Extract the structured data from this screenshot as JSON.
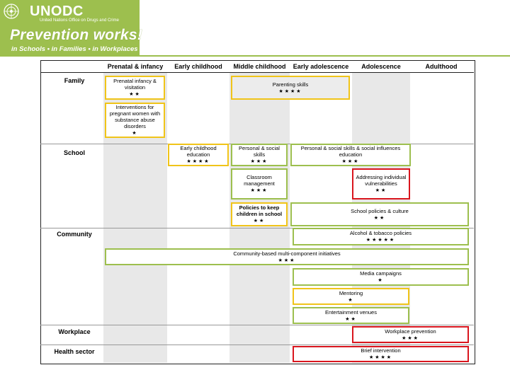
{
  "header": {
    "org_name": "UNODC",
    "org_full": "United Nations Office on Drugs and Crime",
    "tagline": "Prevention works!",
    "subline": "in Schools • in Families • in Workplaces",
    "color": "#9dbf4e"
  },
  "stages": [
    "Prenatal & infancy",
    "Early childhood",
    "Middle childhood",
    "Early adolescence",
    "Adolescence",
    "Adulthood"
  ],
  "sections": {
    "family": "Family",
    "school": "School",
    "community": "Community",
    "workplace": "Workplace",
    "health": "Health sector"
  },
  "interventions": [
    {
      "name": "Prenatal infancy & visitation",
      "stars": "★★"
    },
    {
      "name": "Interventions for pregnant women with substance abuse disorders",
      "stars": "★"
    },
    {
      "name": "Parenting skills",
      "stars": "★★★★"
    },
    {
      "name": "Early childhood education",
      "stars": "★★★★"
    },
    {
      "name": "Personal & social skills",
      "stars": "★★★"
    },
    {
      "name": "Personal & social skills & social influences education",
      "stars": "★★★"
    },
    {
      "name": "Classroom management",
      "stars": "★★★"
    },
    {
      "name": "Addressing individual vulnerabilities",
      "stars": "★★"
    },
    {
      "name": "Policies to keep children in school",
      "stars": "★★"
    },
    {
      "name": "School policies & culture",
      "stars": "★★"
    },
    {
      "name": "Alcohol & tobacco policies",
      "stars": "★★★★★"
    },
    {
      "name": "Community-based multi-component initiatives",
      "stars": "★★★"
    },
    {
      "name": "Media campaigns",
      "stars": "★"
    },
    {
      "name": "Mentoring",
      "stars": "★"
    },
    {
      "name": "Entertainment venues",
      "stars": "★★"
    },
    {
      "name": "Workplace prevention",
      "stars": "★★★"
    },
    {
      "name": "Brief intervention",
      "stars": "★★★★"
    }
  ],
  "colors": {
    "green": "#9dbf4e",
    "yellow": "#f0c419",
    "red": "#d9161e",
    "column_shade": "#e8e8e8"
  }
}
